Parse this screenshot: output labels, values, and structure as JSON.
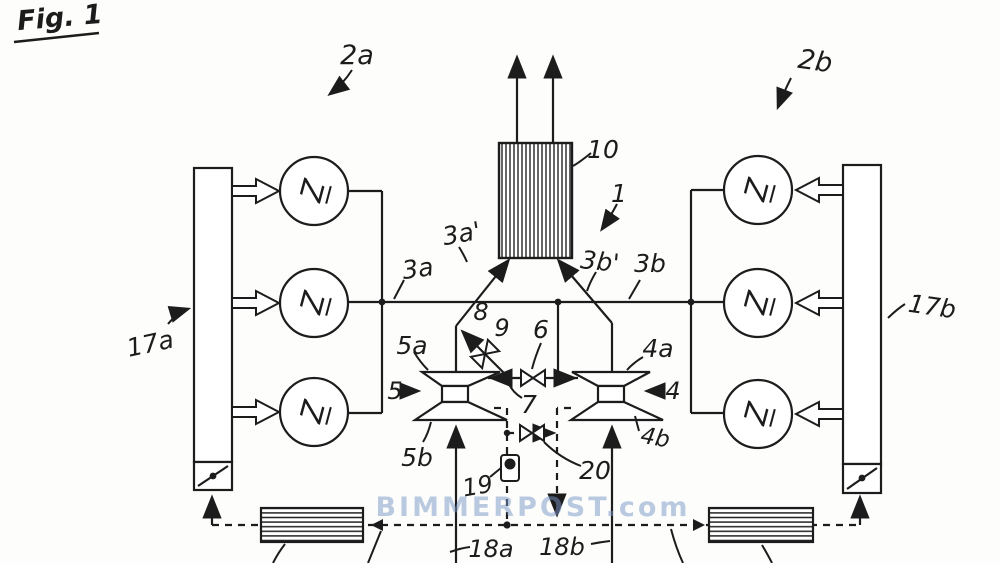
{
  "figure": {
    "title": "Fig. 1"
  },
  "watermark": "BIMMERPOST.com",
  "labels": {
    "engine": "1",
    "bank_left": "2a",
    "bank_right": "2b",
    "charge_line_left": "3a",
    "charge_branch_left": "3a'",
    "charge_line_right": "3b",
    "charge_branch_right": "3b'",
    "turbo_right": "4",
    "compressor_right": "4a",
    "turbine_right": "4b",
    "turbo_left": "5",
    "compressor_left": "5a",
    "turbine_left": "5b",
    "connect_valve": "6",
    "junction": "7",
    "flow_arrow": "8",
    "bypass_valve": "9",
    "charge_air_cooler": "10",
    "manifold_left": "17a",
    "manifold_right": "17b",
    "exhaust_line_left": "18a",
    "exhaust_line_right": "18b",
    "sensor": "19",
    "egr_valve": "20",
    "cylinder_symbol": "Z"
  },
  "colors": {
    "ink": "#1c1c1c",
    "watermark": "#7896c6"
  }
}
